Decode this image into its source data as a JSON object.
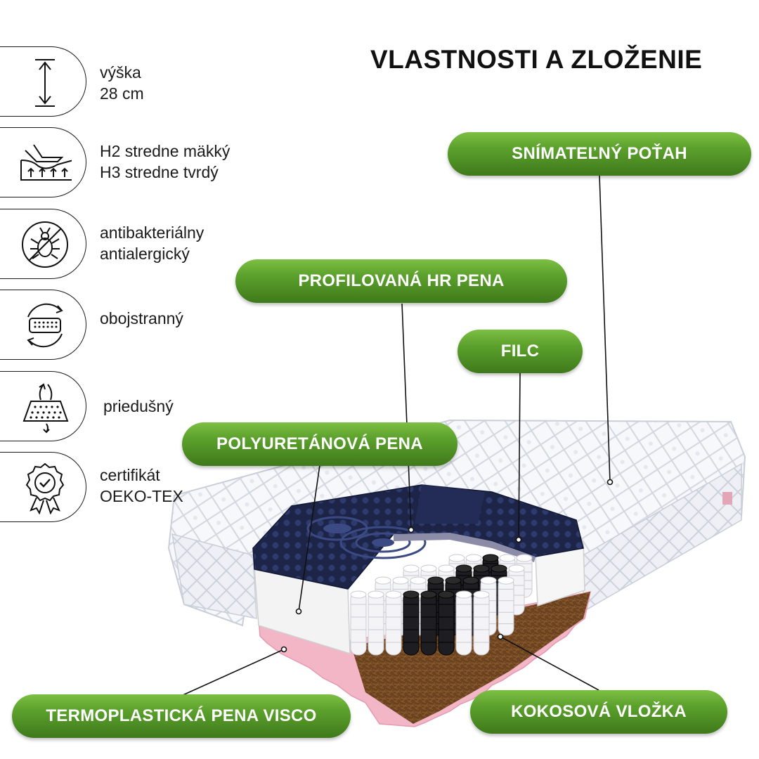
{
  "title": "VLASTNOSTI A ZLOŽENIE",
  "features": [
    {
      "icon": "height-arrow-icon",
      "line1": "výška",
      "line2": "28 cm"
    },
    {
      "icon": "hand-pressing-mattress-icon",
      "line1": "H2 stredne mäkký",
      "line2": "H3 stredne tvrdý"
    },
    {
      "icon": "no-bacteria-icon",
      "line1": "antibakteriálny",
      "line2": "antialergický"
    },
    {
      "icon": "flip-mattress-icon",
      "line1": "obojstranný",
      "line2": ""
    },
    {
      "icon": "breathable-airflow-icon",
      "line1": "priedušný",
      "line2": ""
    },
    {
      "icon": "certificate-badge-icon",
      "line1": "certifikát",
      "line2": "OEKO-TEX"
    }
  ],
  "labels": {
    "cover": "SNÍMATEĽNÝ POŤAH",
    "hr_foam": "PROFILOVANÁ HR PENA",
    "felt": "FILC",
    "pu_foam": "POLYURETÁNOVÁ PENA",
    "visco": "TERMOPLASTICKÁ PENA VISCO",
    "coconut": "KOKOSOVÁ VLOŽKA"
  },
  "colors": {
    "pill_top": "#7cbf44",
    "pill_bottom": "#3f7a1b",
    "foam_navy": "#1c2448",
    "visco_pink": "#f2b6c6",
    "coconut_brown": "#6b4320"
  }
}
